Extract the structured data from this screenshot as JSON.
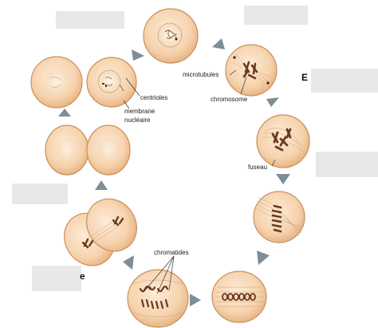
{
  "labels": {
    "microtubules": "microtubules",
    "chromosome": "chromosome",
    "centrioles": "centrioles",
    "membrane": "membrane",
    "nucleaire": "nucléaire",
    "fuseau": "fuseau",
    "chromatides": "chromatides"
  },
  "partial_text": {
    "right_edge_letter": "E",
    "left_bottom_letter": "e"
  },
  "colors": {
    "cell_fill": "#f6d3ae",
    "cell_edge": "#c8905c",
    "arrow": "#7e8d96",
    "chromosome": "#6b3a1e",
    "answer_box": "#e8e8e8"
  }
}
